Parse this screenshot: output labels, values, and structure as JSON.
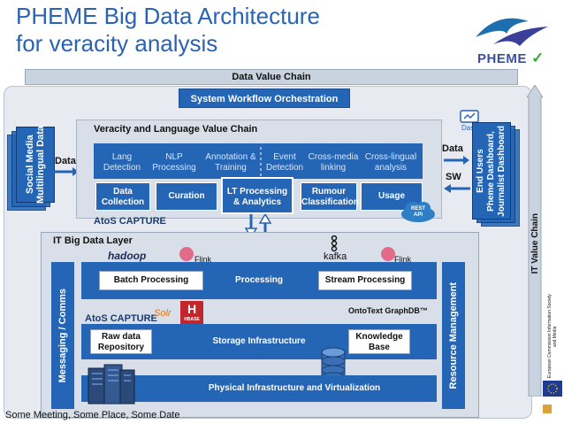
{
  "title_line1": "PHEME Big Data Architecture",
  "title_line2": "for veracity analysis",
  "logo_text": "PHEME",
  "data_value_chain": "Data Value Chain",
  "system_workflow": "System Workflow Orchestration",
  "veracity_title": "Veracity and Language Value Chain",
  "lt_items": [
    {
      "label": "Lang\nDetection"
    },
    {
      "label": "NLP\nProcessing"
    },
    {
      "label": "Annotation &\nTraining"
    },
    {
      "label": "Event\nDetection"
    },
    {
      "label": "Cross-media\nlinking"
    },
    {
      "label": "Cross-lingual\nanalysis"
    }
  ],
  "data_collection": "Data\nCollection",
  "curation": "Curation",
  "lt_processing": "LT Processing\n& Analytics",
  "rumour_classification": "Rumour\nClassification",
  "usage": "Usage",
  "rest_api": "REST\nAPI",
  "social_media": "Social Media\nMultilingual Data",
  "data_left": "Data",
  "data_right": "Data",
  "sw_label": "SW",
  "dashboard_label": "Dashboard",
  "end_users": "End Users\nPheme Dashboard,\nJournalist Dashboard",
  "atos_capture": "AtoS CAPTURE",
  "atos_capture2": "AtoS CAPTURE",
  "it_big_data_layer": "IT Big Data Layer",
  "hadoop": "hadoop",
  "flink1": "Flink",
  "kafka": "kafka",
  "flink2": "Flink",
  "messaging_comms": "Messaging / Comms",
  "batch_processing": "Batch Processing",
  "processing": "Processing",
  "stream_processing": "Stream Processing",
  "ontotext": "OntoText GraphDB™",
  "raw_data_repository": "Raw data\nRepository",
  "storage_infrastructure": "Storage Infrastructure",
  "knowledge_base": "Knowledge\nBase",
  "physical_infrastructure": "Physical Infrastructure and Virtualization",
  "resource_management": "Resource Management",
  "it_value_chain": "IT Value Chain",
  "solr": "Solr",
  "hbase": "HBASE",
  "footer": "Some Meeting, Some Place, Some Date",
  "eu_text": "European Commission Information Society and Media",
  "colors": {
    "primary_blue": "#2465b5",
    "title_blue": "#2a63b3"
  }
}
